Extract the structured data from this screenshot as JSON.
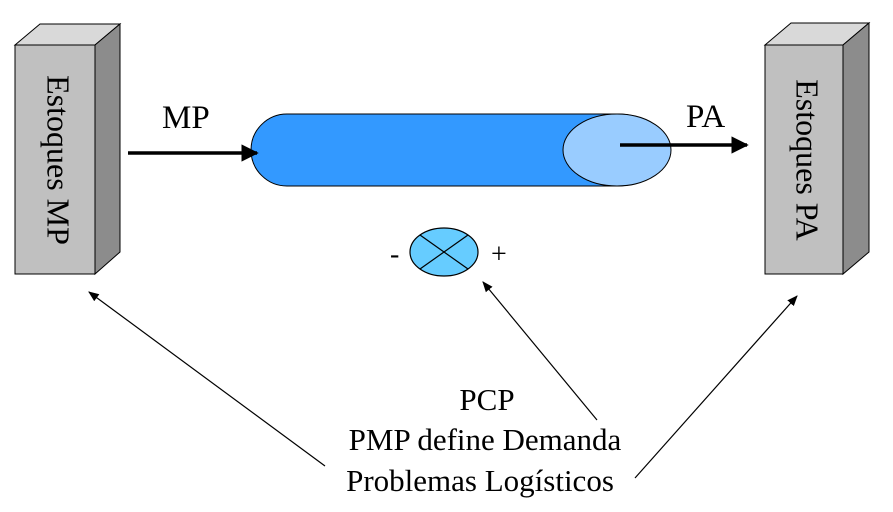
{
  "left_store": {
    "label": "Estoques MP"
  },
  "right_store": {
    "label": "Estoques PA"
  },
  "input_label": "MP",
  "output_label": "PA",
  "valve": {
    "minus": "-",
    "plus": "+"
  },
  "bottom_text": {
    "line1": "PCP",
    "line2": "PMP define Demanda",
    "line3": "Problemas Logísticos"
  },
  "colors": {
    "box_front": "#c0c0c0",
    "box_side": "#8c8c8c",
    "box_top": "#d9d9d9",
    "pipe_body": "#3399ff",
    "pipe_end": "#99ccff",
    "valve_fill": "#66ccff"
  }
}
